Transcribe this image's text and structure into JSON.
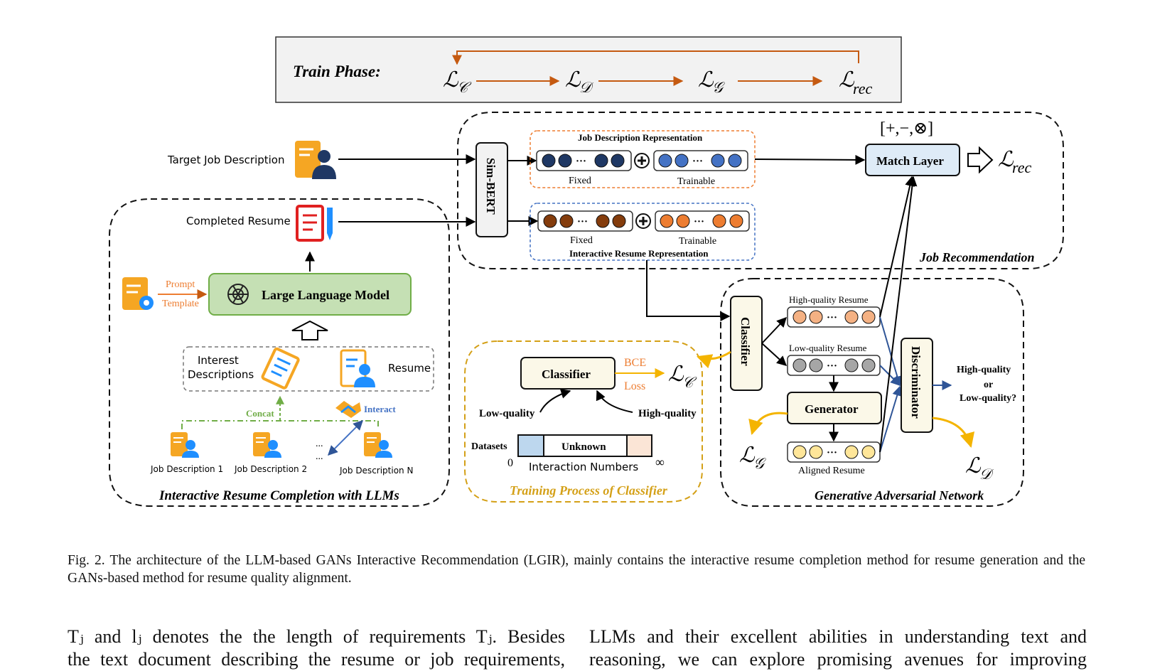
{
  "train": {
    "title": "Train Phase:",
    "loss_c": "ℒ",
    "loss_c_sub": "𝒞",
    "loss_d": "ℒ",
    "loss_d_sub": "𝒟",
    "loss_g": "ℒ",
    "loss_g_sub": "𝒢",
    "loss_rec": "ℒ",
    "loss_rec_sub": "rec"
  },
  "left_panel": {
    "target_job": "Target Job Description",
    "completed_resume": "Completed Resume",
    "prompt": "Prompt",
    "template": "Template",
    "llm": "Large Language Model",
    "interest_1": "Interest",
    "interest_2": "Descriptions",
    "resume": "Resume",
    "concat": "Concat",
    "interact": "Interact",
    "jd1": "Job Description 1",
    "jd2": "Job Description 2",
    "dots": "...",
    "jdn": "Job Description N",
    "title": "Interactive Resume Completion with LLMs"
  },
  "job_rec": {
    "simbert": "Sim-BERT",
    "jd_repr": "Job Description Representation",
    "fixed": "Fixed",
    "trainable": "Trainable",
    "resume_repr": "Interactive Resume Representation",
    "ops": "[+,−,⊗]",
    "match": "Match Layer",
    "title": "Job Recommendation",
    "ellipsis": "···",
    "plus": "+"
  },
  "classifier_panel": {
    "classifier": "Classifier",
    "bce": "BCE",
    "loss": "Loss",
    "low": "Low-quality",
    "high": "High-quality",
    "datasets": "Datasets",
    "unknown": "Unknown",
    "zero": "0",
    "interaction": "Interaction Numbers",
    "inf": "∞",
    "title": "Training Process of Classifier"
  },
  "gan": {
    "classifier": "Classifier",
    "high_resume": "High-quality Resume",
    "low_resume": "Low-quality Resume",
    "generator": "Generator",
    "aligned": "Aligned Resume",
    "discriminator": "Discriminator",
    "out1": "High-quality",
    "out2": "or",
    "out3": "Low-quality?",
    "title": "Generative Adversarial Network"
  },
  "colors": {
    "orange_arrow": "#c55a11",
    "navy": "#1f3864",
    "blue_dot": "#4472c4",
    "brown_dot": "#843c0c",
    "orange_dot": "#ed7d31",
    "salmon_dot": "#f4b183",
    "gray_dot": "#a6a6a6",
    "yellow_dot": "#ffe699",
    "llm_green": "#c5e0b4",
    "match_blue": "#deebf7",
    "gold": "#bf9000",
    "icon_orange": "#f5a623",
    "icon_navy": "#1f3864",
    "icon_blue": "#1f8fff",
    "icon_red": "#e02020"
  },
  "caption": "Fig. 2.  The architecture of the LLM-based GANs Interactive Recommendation (LGIR), mainly contains the interactive resume completion method for resume generation and the GANs-based method for resume quality alignment.",
  "body": {
    "left_line1": "Tⱼ and lⱼ denotes the the length of requirements Tⱼ. Besides",
    "left_line2": "the text document describing the resume or job requirements,",
    "right_line1": "LLMs and their excellent abilities in understanding text and",
    "right_line2": "reasoning, we can explore promising avenues for improving"
  }
}
